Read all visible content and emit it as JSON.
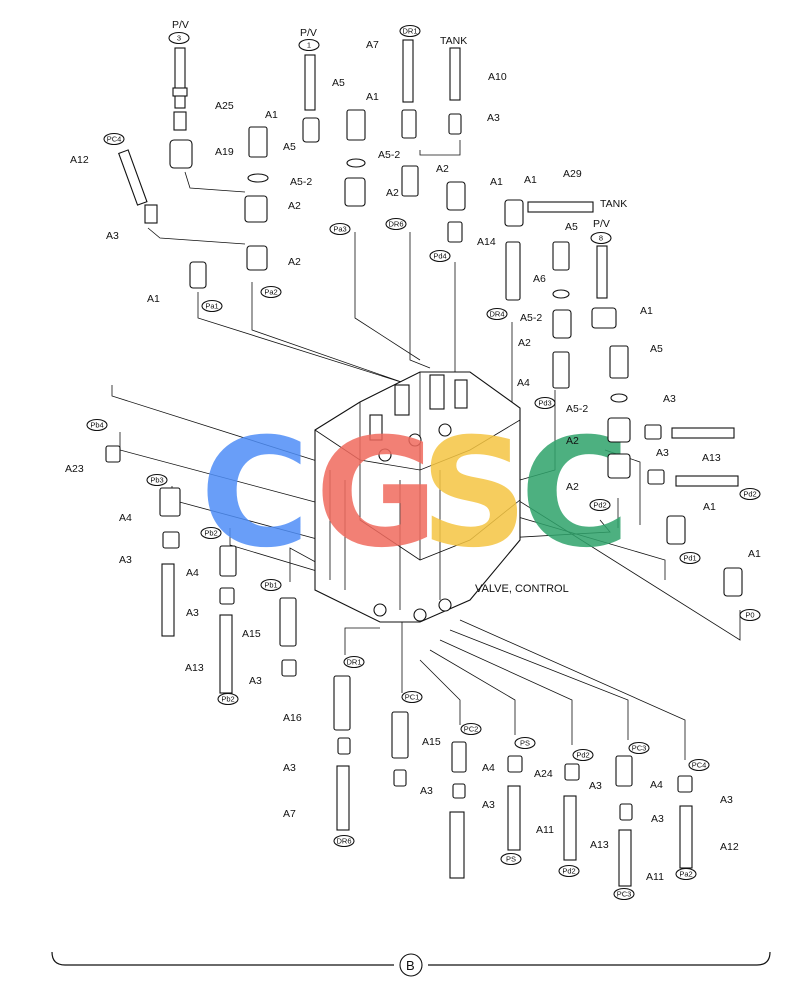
{
  "diagram": {
    "title": "VALVE, CONTROL",
    "section_marker": "B",
    "watermark": {
      "letters": [
        "C",
        "G",
        "S",
        "C"
      ],
      "colors": [
        "#4f8ef7",
        "#f06a5e",
        "#f5c542",
        "#2fa36b"
      ]
    },
    "callouts": [
      {
        "id": "c1",
        "text": "P/V"
      },
      {
        "id": "c2",
        "text": "P/V"
      },
      {
        "id": "c3",
        "text": "A7"
      },
      {
        "id": "c4",
        "text": "TANK"
      },
      {
        "id": "c5",
        "text": "A10"
      },
      {
        "id": "c6",
        "text": "A1"
      },
      {
        "id": "c7",
        "text": "A3"
      },
      {
        "id": "c8",
        "text": "A25"
      },
      {
        "id": "c9",
        "text": "A1"
      },
      {
        "id": "c10",
        "text": "A5"
      },
      {
        "id": "c11",
        "text": "A5"
      },
      {
        "id": "c12",
        "text": "A5-2"
      },
      {
        "id": "c13",
        "text": "A19"
      },
      {
        "id": "c14",
        "text": "A5-2"
      },
      {
        "id": "c15",
        "text": "A12"
      },
      {
        "id": "c16",
        "text": "A2"
      },
      {
        "id": "c17",
        "text": "A2"
      },
      {
        "id": "c18",
        "text": "A1"
      },
      {
        "id": "c19",
        "text": "A29"
      },
      {
        "id": "c20",
        "text": "A1"
      },
      {
        "id": "c21",
        "text": "TANK"
      },
      {
        "id": "c22",
        "text": "A2"
      },
      {
        "id": "c23",
        "text": "A3"
      },
      {
        "id": "c24",
        "text": "A14"
      },
      {
        "id": "c25",
        "text": "A2"
      },
      {
        "id": "c26",
        "text": "A5"
      },
      {
        "id": "c27",
        "text": "P/V"
      },
      {
        "id": "c28",
        "text": "A1"
      },
      {
        "id": "c29",
        "text": "A6"
      },
      {
        "id": "c30",
        "text": "A5-2"
      },
      {
        "id": "c31",
        "text": "A1"
      },
      {
        "id": "c32",
        "text": "A2"
      },
      {
        "id": "c33",
        "text": "A5"
      },
      {
        "id": "c34",
        "text": "A4"
      },
      {
        "id": "c35",
        "text": "A5-2"
      },
      {
        "id": "c36",
        "text": "A3"
      },
      {
        "id": "c37",
        "text": "A2"
      },
      {
        "id": "c38",
        "text": "A3"
      },
      {
        "id": "c39",
        "text": "A13"
      },
      {
        "id": "c40",
        "text": "A2"
      },
      {
        "id": "c41",
        "text": "A23"
      },
      {
        "id": "c42",
        "text": "A4"
      },
      {
        "id": "c43",
        "text": "A3"
      },
      {
        "id": "c44",
        "text": "A1"
      },
      {
        "id": "c45",
        "text": "A4"
      },
      {
        "id": "c46",
        "text": "A1"
      },
      {
        "id": "c47",
        "text": "A3"
      },
      {
        "id": "c48",
        "text": "A15"
      },
      {
        "id": "c49",
        "text": "A13"
      },
      {
        "id": "c50",
        "text": "A3"
      },
      {
        "id": "c51",
        "text": "A16"
      },
      {
        "id": "c52",
        "text": "A15"
      },
      {
        "id": "c53",
        "text": "A4"
      },
      {
        "id": "c54",
        "text": "A24"
      },
      {
        "id": "c55",
        "text": "A3"
      },
      {
        "id": "c56",
        "text": "A4"
      },
      {
        "id": "c57",
        "text": "A3"
      },
      {
        "id": "c58",
        "text": "A3"
      },
      {
        "id": "c59",
        "text": "A3"
      },
      {
        "id": "c60",
        "text": "A3"
      },
      {
        "id": "c61",
        "text": "A3"
      },
      {
        "id": "c62",
        "text": "A11"
      },
      {
        "id": "c63",
        "text": "A13"
      },
      {
        "id": "c64",
        "text": "A12"
      },
      {
        "id": "c65",
        "text": "A7"
      },
      {
        "id": "c66",
        "text": "A11"
      }
    ],
    "port_tags": [
      {
        "id": "t1",
        "text": "3"
      },
      {
        "id": "t2",
        "text": "1"
      },
      {
        "id": "t3",
        "text": "DR1"
      },
      {
        "id": "t4",
        "text": "PC4"
      },
      {
        "id": "t5",
        "text": "Pa3"
      },
      {
        "id": "t6",
        "text": "DR6"
      },
      {
        "id": "t7",
        "text": "Pa2"
      },
      {
        "id": "t8",
        "text": "Pa1"
      },
      {
        "id": "t9",
        "text": "Pd4"
      },
      {
        "id": "t10",
        "text": "8"
      },
      {
        "id": "t11",
        "text": "DR4"
      },
      {
        "id": "t12",
        "text": "Pd3"
      },
      {
        "id": "t13",
        "text": "Pb4"
      },
      {
        "id": "t14",
        "text": "Pb3"
      },
      {
        "id": "t15",
        "text": "Pd2"
      },
      {
        "id": "t16",
        "text": "Pd2"
      },
      {
        "id": "t17",
        "text": "Pb2"
      },
      {
        "id": "t18",
        "text": "Pd1"
      },
      {
        "id": "t19",
        "text": "Pb1"
      },
      {
        "id": "t20",
        "text": "P0"
      },
      {
        "id": "t21",
        "text": "Pb2"
      },
      {
        "id": "t22",
        "text": "DR1"
      },
      {
        "id": "t23",
        "text": "PC1"
      },
      {
        "id": "t24",
        "text": "PC2"
      },
      {
        "id": "t25",
        "text": "PS"
      },
      {
        "id": "t26",
        "text": "Pd2"
      },
      {
        "id": "t27",
        "text": "PC3"
      },
      {
        "id": "t28",
        "text": "PC4"
      },
      {
        "id": "t29",
        "text": "DR6"
      },
      {
        "id": "t30",
        "text": "PS"
      },
      {
        "id": "t31",
        "text": "Pd2"
      },
      {
        "id": "t32",
        "text": "PC3"
      },
      {
        "id": "t33",
        "text": "Pa2"
      }
    ]
  }
}
